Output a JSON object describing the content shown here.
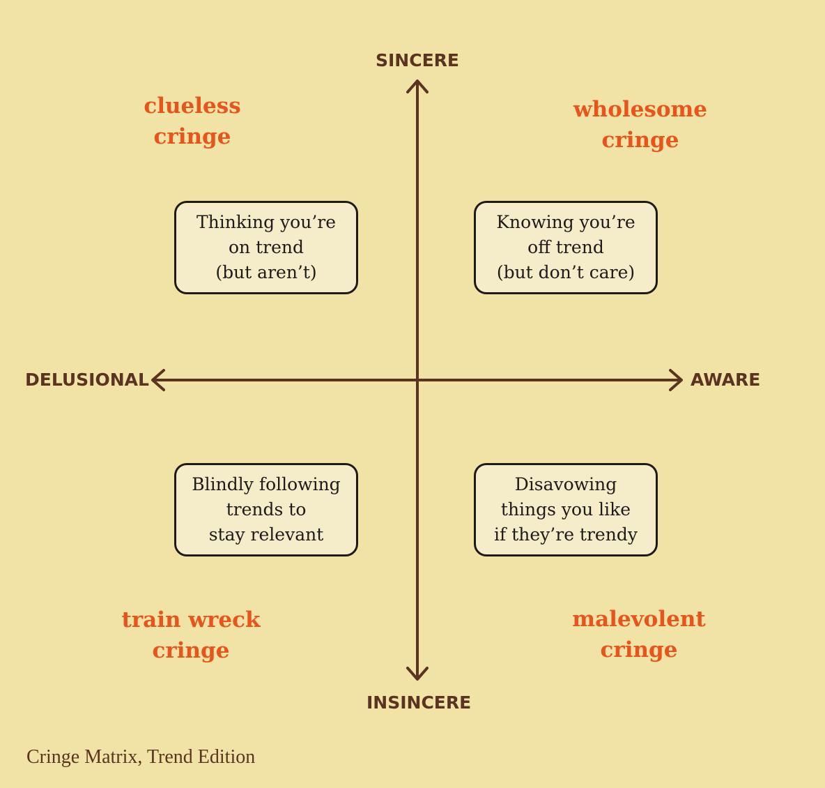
{
  "axes": {
    "top": "SINCERE",
    "bottom": "INSINCERE",
    "left": "DELUSIONAL",
    "right": "AWARE"
  },
  "quadrants": {
    "top_left": {
      "label": [
        "clueless",
        "cringe"
      ],
      "box": [
        "Thinking you’re",
        "on trend",
        "(but aren’t)"
      ]
    },
    "top_right": {
      "label": [
        "wholesome",
        "cringe"
      ],
      "box": [
        "Knowing you’re",
        "off trend",
        "(but don’t care)"
      ]
    },
    "bottom_left": {
      "label": [
        "train wreck",
        "cringe"
      ],
      "box": [
        "Blindly following",
        "trends to",
        "stay relevant"
      ]
    },
    "bottom_right": {
      "label": [
        "malevolent",
        "cringe"
      ],
      "box": [
        "Disavowing",
        "things you like",
        "if they’re trendy"
      ]
    }
  },
  "caption": "Cringe Matrix, Trend Edition",
  "colors": {
    "background": "#f1e2a5",
    "axis": "#5a3420",
    "accent": "#e7541c",
    "box_fill": "#f5ecc9",
    "box_border": "#1e1a17"
  }
}
